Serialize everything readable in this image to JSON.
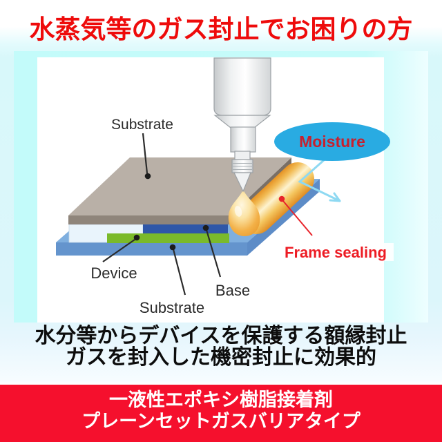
{
  "page": {
    "header": {
      "title": "水蒸気等のガス封止でお困りの方",
      "text_color": "#ee0b0b"
    },
    "diagram": {
      "labels": {
        "substrate_top": "Substrate",
        "device": "Device",
        "substrate_bottom": "Substrate",
        "base": "Base",
        "moisture": "Moisture",
        "frame_sealing": "Frame sealing"
      },
      "colors": {
        "panel_border_cyan": "#c4fbfa",
        "panel_bg": "#ffffff",
        "moisture_bubble": "#29abe2",
        "moisture_text": "#c8202e",
        "moisture_arrow": "#8ed9f2",
        "frame_sealing_text": "#ed1c24",
        "sealing_bead_orange": "#ec9b2d",
        "top_substrate_gray": "#b9b0a7",
        "base_layer_blue": "#2f57a8",
        "device_layer_green": "#7aba2b",
        "bottom_substrate_blue": "#7fafdf",
        "label_text": "#2b2b2b"
      }
    },
    "description": {
      "line1": "水分等からデバイスを保護する額縁封止",
      "line2": "ガスを封入した機密封止に効果的"
    },
    "banner": {
      "line1": "一液性エポキシ樹脂接着剤",
      "line2": "プレーンセットガスバリアタイプ",
      "bg_color": "#f5102d",
      "text_color": "#ffffff"
    }
  }
}
